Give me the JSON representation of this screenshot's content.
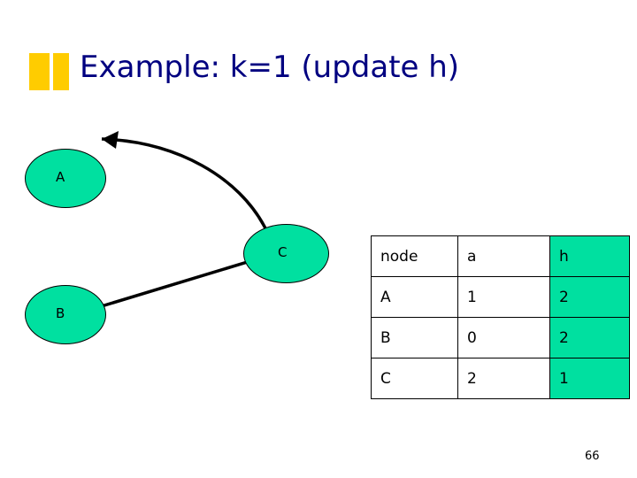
{
  "slide": {
    "title": "Example: k=1 (update h)",
    "page_number": "66",
    "title_color": "#000080",
    "marker_color": "#ffcc00",
    "node_fill": "#00e0a0"
  },
  "graph": {
    "nodes": [
      {
        "id": "A",
        "label": "A"
      },
      {
        "id": "B",
        "label": "B"
      },
      {
        "id": "C",
        "label": "C"
      }
    ],
    "edges": [
      {
        "from": "C",
        "to": "A",
        "arrow": true
      },
      {
        "from": "B",
        "to": "C",
        "arrow": false
      }
    ]
  },
  "table": {
    "headers": [
      "node",
      "a",
      "h"
    ],
    "rows": [
      [
        "A",
        "1",
        "2"
      ],
      [
        "B",
        "0",
        "2"
      ],
      [
        "C",
        "2",
        "1"
      ]
    ]
  }
}
